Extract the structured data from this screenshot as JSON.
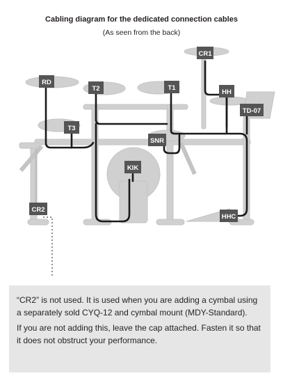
{
  "header": {
    "title": "Cabling diagram for the dedicated connection cables",
    "subtitle": "(As seen from the back)"
  },
  "labels": {
    "rd": "RD",
    "t2": "T2",
    "t1": "T1",
    "cr1": "CR1",
    "hh": "HH",
    "td07": "TD-07",
    "t3": "T3",
    "snr": "SNR",
    "kik": "KIK",
    "cr2": "CR2",
    "hhc": "HHC"
  },
  "note": {
    "paragraph1": "“CR2” is not used. It is used when you are adding a cymbal using a separately sold CYQ-12 and cymbal mount (MDY-Standard).",
    "paragraph2": "If you are not adding this, leave the cap attached. Fasten it so that it does not obstruct your performance."
  },
  "colors": {
    "label_bg": "#555555",
    "cable": "#1a1a1a",
    "hardware": "#cfcfcf",
    "note_bg": "#e6e6e6"
  }
}
